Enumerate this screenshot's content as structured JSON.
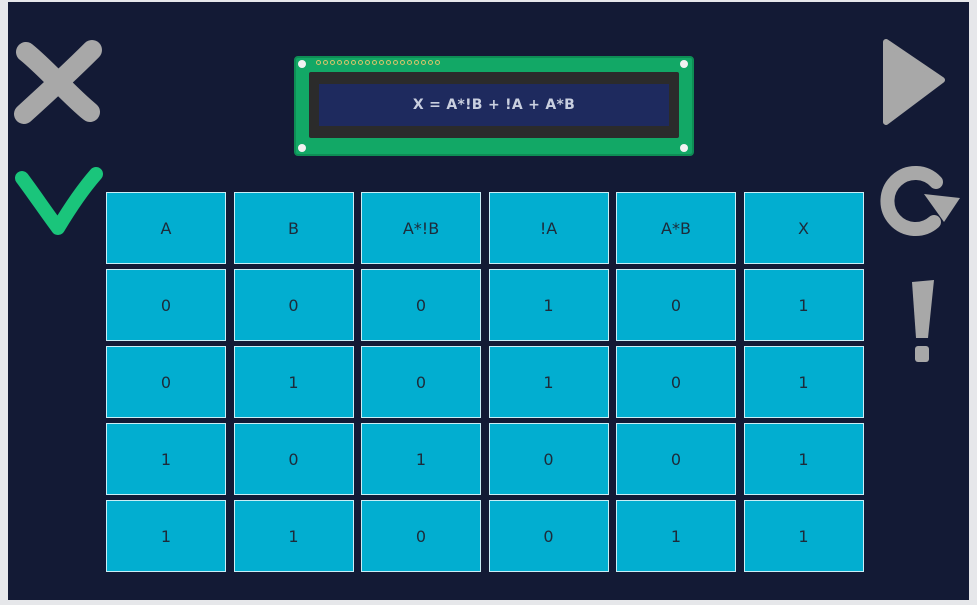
{
  "lcd": {
    "expression": "X = A*!B + !A + A*B"
  },
  "table": {
    "headers": [
      "A",
      "B",
      "A*!B",
      "!A",
      "A*B",
      "X"
    ],
    "rows": [
      [
        "0",
        "0",
        "0",
        "1",
        "0",
        "1"
      ],
      [
        "0",
        "1",
        "0",
        "1",
        "0",
        "1"
      ],
      [
        "1",
        "0",
        "1",
        "0",
        "0",
        "1"
      ],
      [
        "1",
        "1",
        "0",
        "0",
        "1",
        "1"
      ]
    ]
  },
  "icons": {
    "close": "close-icon",
    "check": "check-icon",
    "play": "play-icon",
    "restart": "restart-icon",
    "hint": "exclamation-icon"
  },
  "colors": {
    "background": "#131a35",
    "cell": "#02aed0",
    "lcd_board": "#12a866",
    "check": "#1ac57b",
    "icon_gray": "#a8a8a8"
  }
}
